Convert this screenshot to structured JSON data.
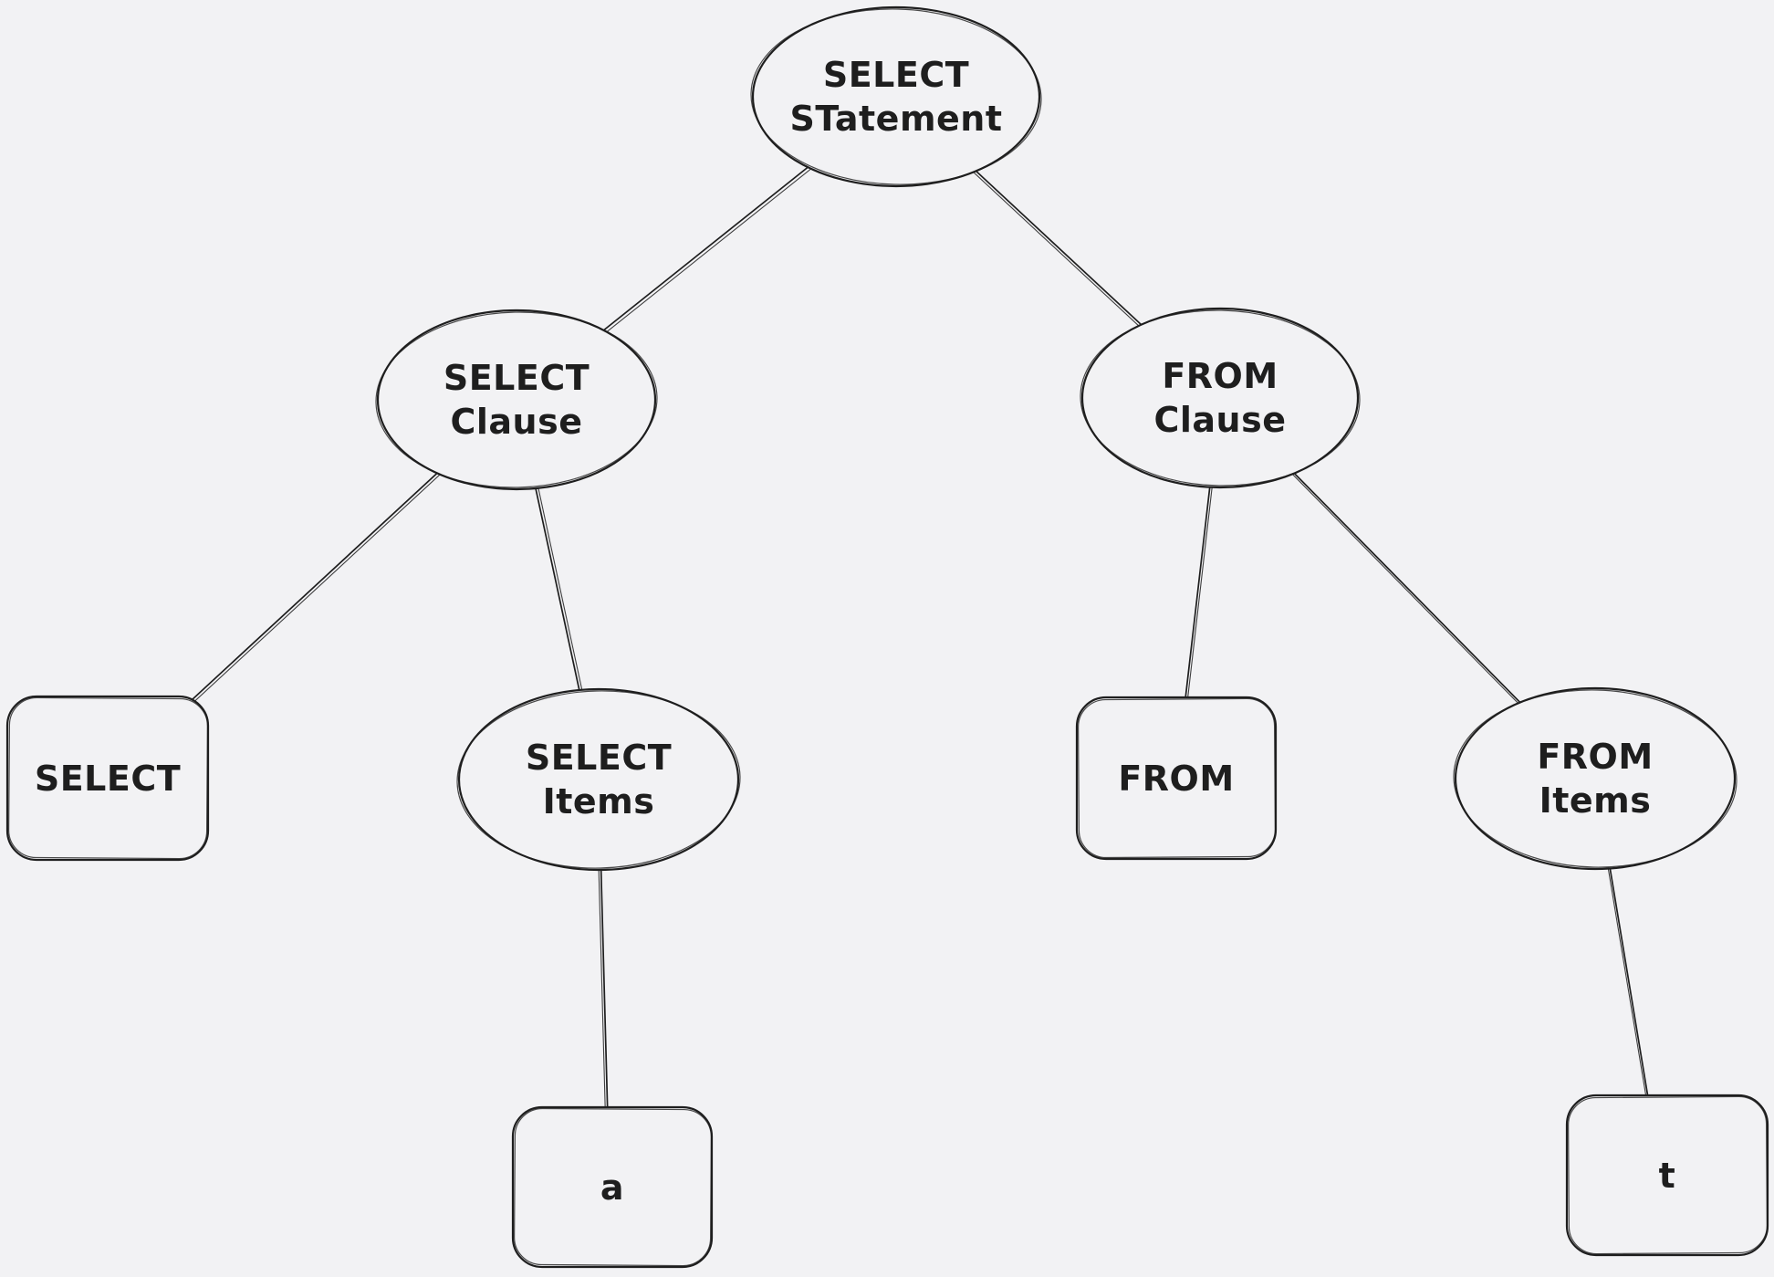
{
  "diagram": {
    "description": "Hand-drawn parse tree of a SQL SELECT statement",
    "colors": {
      "background": "#f2f2f4",
      "shape_fill": "#f2f2f4",
      "stroke": "#1e1e1e",
      "text": "#1e1e1e"
    },
    "nodes": {
      "select_statement": {
        "shape": "ellipse",
        "lines": [
          "SELECT",
          "STatement"
        ]
      },
      "select_clause": {
        "shape": "ellipse",
        "lines": [
          "SELECT",
          "Clause"
        ]
      },
      "from_clause": {
        "shape": "ellipse",
        "lines": [
          "FROM",
          "Clause"
        ]
      },
      "select_keyword": {
        "shape": "rounded-rectangle",
        "lines": [
          "SELECT"
        ]
      },
      "select_items": {
        "shape": "ellipse",
        "lines": [
          "SELECT",
          "Items"
        ]
      },
      "from_keyword": {
        "shape": "rounded-rectangle",
        "lines": [
          "FROM"
        ]
      },
      "from_items": {
        "shape": "ellipse",
        "lines": [
          "FROM",
          "Items"
        ]
      },
      "item_a": {
        "shape": "rounded-rectangle",
        "lines": [
          "a"
        ]
      },
      "table_t": {
        "shape": "rounded-rectangle",
        "lines": [
          "t"
        ]
      }
    },
    "edges": [
      {
        "from": "select_statement",
        "to": "select_clause"
      },
      {
        "from": "select_statement",
        "to": "from_clause"
      },
      {
        "from": "select_clause",
        "to": "select_keyword"
      },
      {
        "from": "select_clause",
        "to": "select_items"
      },
      {
        "from": "from_clause",
        "to": "from_keyword"
      },
      {
        "from": "from_clause",
        "to": "from_items"
      },
      {
        "from": "select_items",
        "to": "item_a"
      },
      {
        "from": "from_items",
        "to": "table_t"
      }
    ]
  }
}
